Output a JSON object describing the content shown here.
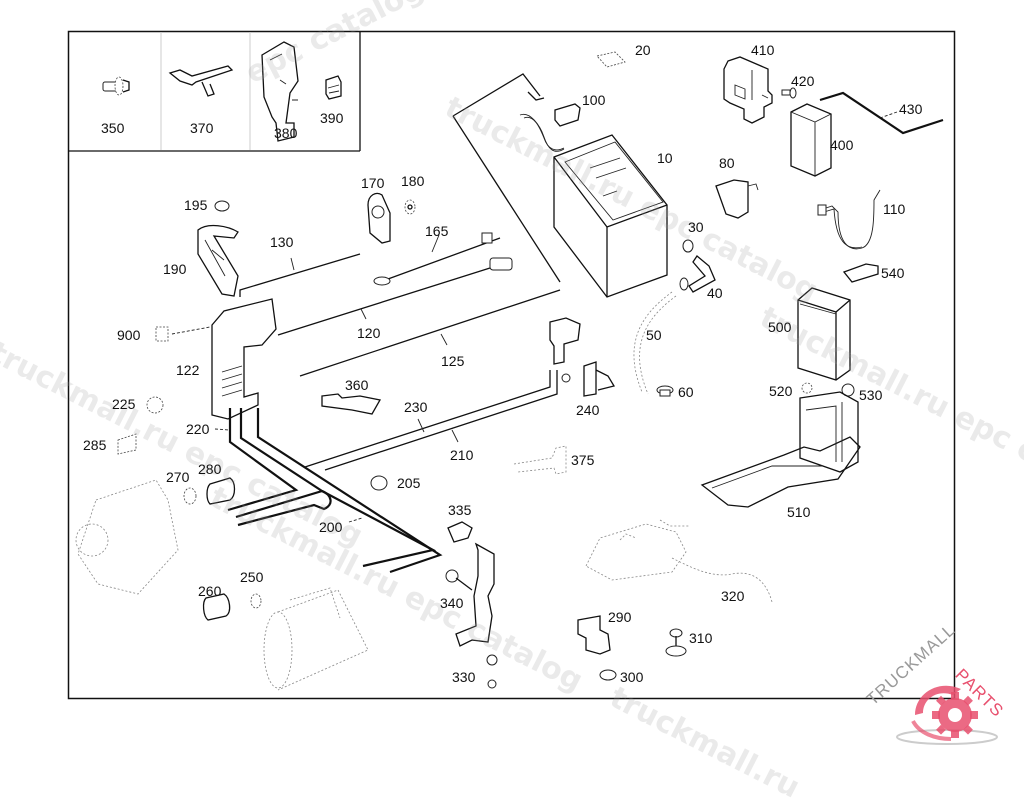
{
  "diagram": {
    "title": "Battery, cables and holders – exploded parts diagram",
    "inset_parts": [
      "350",
      "370",
      "380",
      "390"
    ],
    "callouts": [
      {
        "id": "10",
        "part": "battery"
      },
      {
        "id": "20",
        "part": "pad"
      },
      {
        "id": "30",
        "part": "plug"
      },
      {
        "id": "40",
        "part": "vent-elbow"
      },
      {
        "id": "50",
        "part": "vent-hose"
      },
      {
        "id": "60",
        "part": "grommet"
      },
      {
        "id": "80",
        "part": "relay-bracket"
      },
      {
        "id": "100",
        "part": "terminal-clamp"
      },
      {
        "id": "110",
        "part": "ground-cable"
      },
      {
        "id": "120",
        "part": "cable"
      },
      {
        "id": "122",
        "part": "fuse-box"
      },
      {
        "id": "125",
        "part": "cable"
      },
      {
        "id": "130",
        "part": "cable"
      },
      {
        "id": "165",
        "part": "cable"
      },
      {
        "id": "170",
        "part": "holder"
      },
      {
        "id": "180",
        "part": "washer"
      },
      {
        "id": "190",
        "part": "cover"
      },
      {
        "id": "195",
        "part": "nut"
      },
      {
        "id": "200",
        "part": "harness"
      },
      {
        "id": "205",
        "part": "nut"
      },
      {
        "id": "210",
        "part": "cable"
      },
      {
        "id": "220",
        "part": "harness"
      },
      {
        "id": "225",
        "part": "nut"
      },
      {
        "id": "230",
        "part": "cable"
      },
      {
        "id": "240",
        "part": "bracket"
      },
      {
        "id": "250",
        "part": "nut"
      },
      {
        "id": "260",
        "part": "cap"
      },
      {
        "id": "270",
        "part": "nut"
      },
      {
        "id": "280",
        "part": "cap"
      },
      {
        "id": "285",
        "part": "bracket"
      },
      {
        "id": "290",
        "part": "bracket"
      },
      {
        "id": "300",
        "part": "grommet"
      },
      {
        "id": "310",
        "part": "stud"
      },
      {
        "id": "320",
        "part": "ground-strap"
      },
      {
        "id": "330",
        "part": "bracket"
      },
      {
        "id": "335",
        "part": "clip"
      },
      {
        "id": "340",
        "part": "bolt"
      },
      {
        "id": "360",
        "part": "bracket"
      },
      {
        "id": "375",
        "part": "bracket"
      },
      {
        "id": "400",
        "part": "module"
      },
      {
        "id": "410",
        "part": "holder"
      },
      {
        "id": "420",
        "part": "screw"
      },
      {
        "id": "430",
        "part": "cable"
      },
      {
        "id": "500",
        "part": "battery"
      },
      {
        "id": "510",
        "part": "battery-tray"
      },
      {
        "id": "520",
        "part": "nut"
      },
      {
        "id": "530",
        "part": "nut"
      },
      {
        "id": "540",
        "part": "clamp"
      },
      {
        "id": "900",
        "part": "connector"
      }
    ],
    "watermarks": [
      "truckmall.ru epc catalog",
      "truckmall.ru",
      "epc catalog"
    ],
    "logo": {
      "text_left": "TRUCKMALL",
      "text_right": "PARTS",
      "accent": "#e8506e"
    }
  }
}
